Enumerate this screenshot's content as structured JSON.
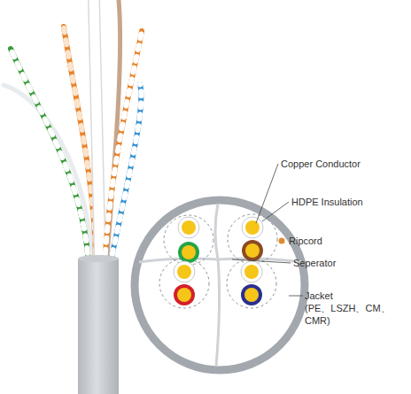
{
  "diagram": {
    "labels": [
      "Copper Conductor",
      "HDPE Insulation",
      "Ripcord",
      "Seperator",
      "Jacket (PE、LSZH、CM、CMR)"
    ]
  }
}
